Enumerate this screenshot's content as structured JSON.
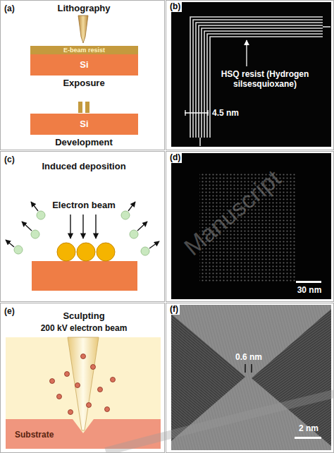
{
  "diagram": {
    "nodes": [
      {
        "text": [
          "(a)",
          "Lithography",
          "Exposure",
          "Development"
        ]
      },
      {
        "text": [
          "E-beam resist"
        ],
        "in": 0
      },
      {
        "text": [
          "Si"
        ],
        "in": 0
      },
      {
        "text": [
          "Si"
        ],
        "in": 0
      },
      {
        "text": [
          "(b)",
          "HSQ resist (Hydrogen silsesquioxane)",
          "4.5 nm"
        ]
      },
      {
        "text": [
          "(c)",
          "Induced deposition",
          "Electron beam"
        ]
      },
      {
        "text": [
          "(d)",
          "30 nm"
        ]
      },
      {
        "text": [
          "(e)",
          "Sculpting",
          "200 kV electron beam"
        ]
      },
      {
        "text": [
          "Substrate"
        ],
        "in": 7
      },
      {
        "text": [
          "(f)",
          "0.6 nm",
          "2 nm"
        ]
      }
    ],
    "labels": [
      "Manuscript"
    ]
  }
}
